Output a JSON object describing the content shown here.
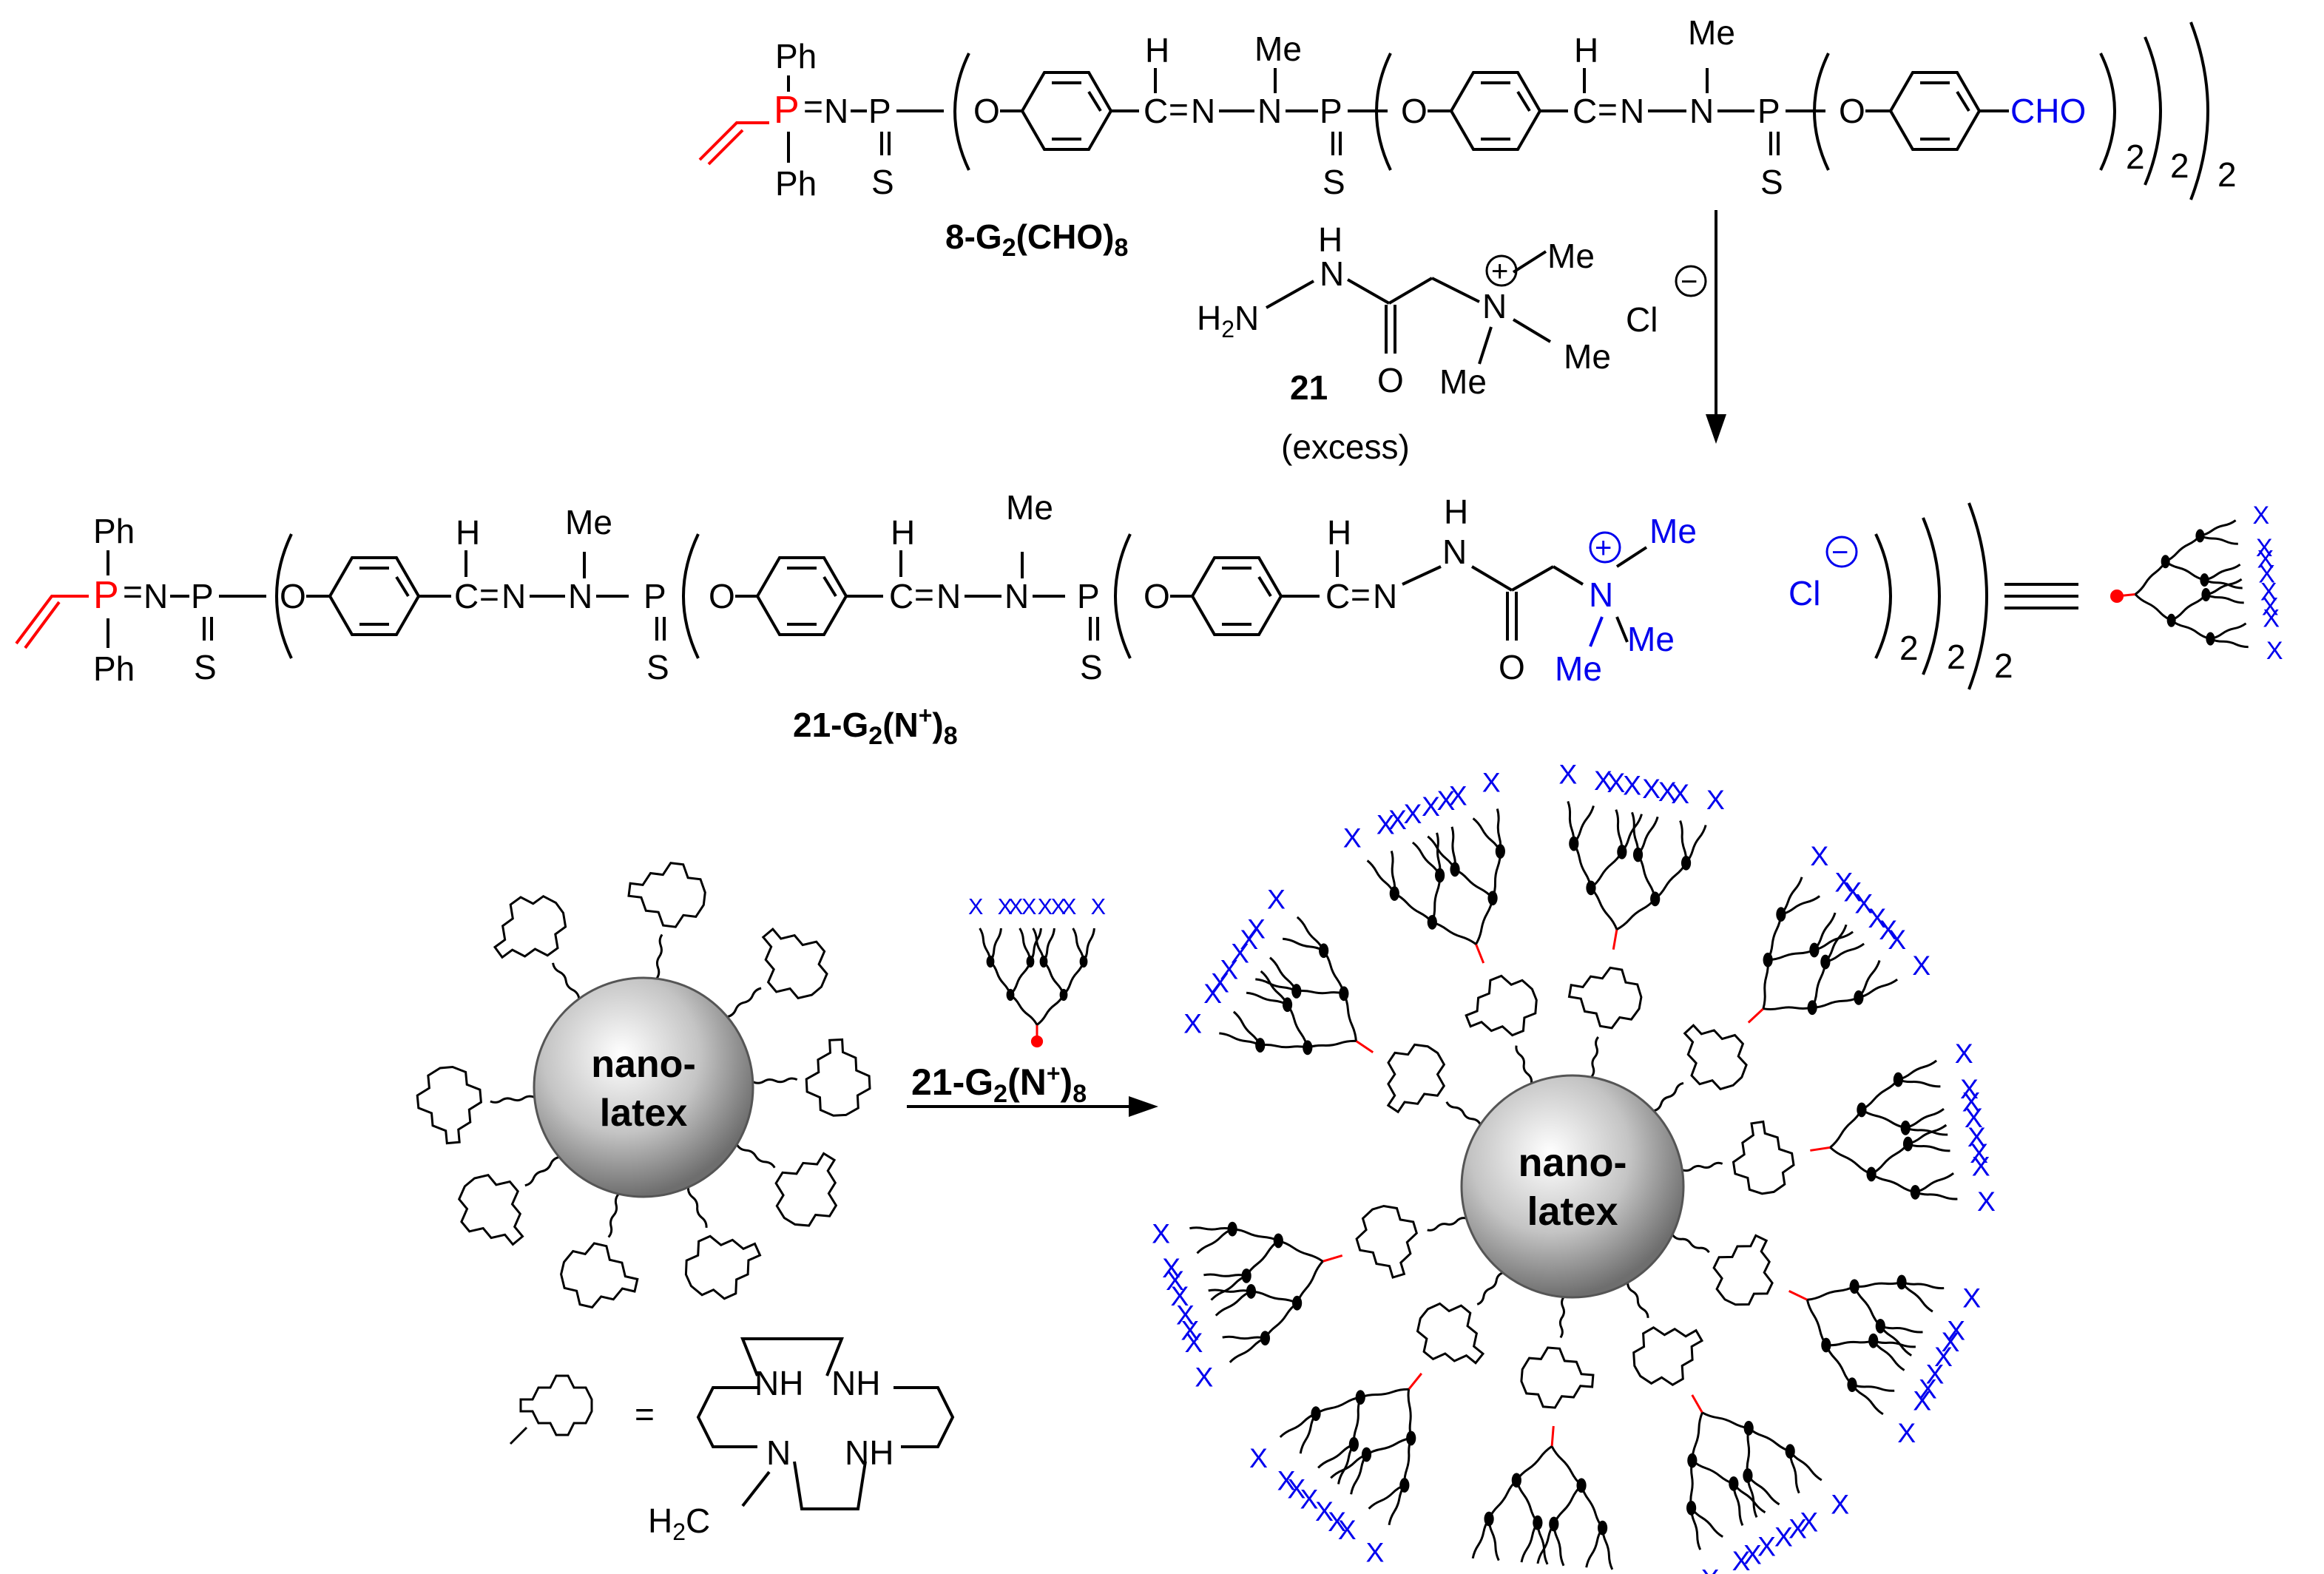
{
  "colors": {
    "phosphine": "#ff0000",
    "terminal": "#0000ee",
    "link": "#ff0000",
    "bond": "#000000"
  },
  "labels": {
    "ph": "Ph",
    "me": "Me",
    "h": "H",
    "p": "P",
    "n": "N",
    "o": "O",
    "s": "S",
    "eq": "=",
    "cho": "CHO",
    "sub2": "2",
    "sub8": "8",
    "plus": "+",
    "minus": "−",
    "cl": "Cl",
    "x": "X"
  },
  "top": {
    "compound_label": "8-G",
    "compound_tail": "(CHO)"
  },
  "reagent": {
    "h2n": "H",
    "h2n_tail": "N",
    "number": "21",
    "note": "(excess)"
  },
  "middle": {
    "compound_label": "21-G",
    "compound_tail": "(N",
    "close_paren": ")"
  },
  "bottom": {
    "latex_line1": "nano-",
    "latex_line2": "latex",
    "arrow_label": "21-G",
    "arrow_label_tail": "(N",
    "close_paren": ")",
    "legend_equals": "=",
    "nh": "NH",
    "h2c": "H",
    "h2c_tail": "C"
  }
}
